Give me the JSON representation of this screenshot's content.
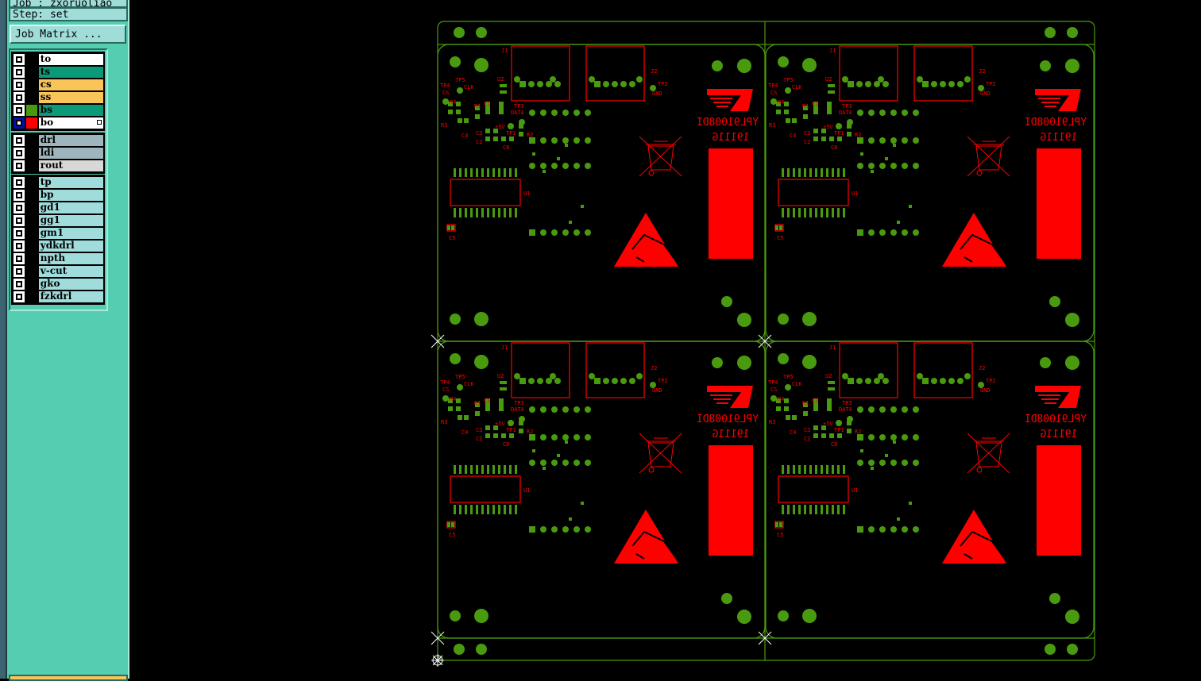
{
  "panel": {
    "job_line": "Job : zxoruoliao",
    "step_line": "Step: set",
    "job_matrix_button": "Job Matrix ..."
  },
  "colors": {
    "board_layer_top": "#ff0000",
    "board_layer_copper": "#4a9a10",
    "panel_bg": "#55cdb0"
  },
  "layer_groups": [
    [
      {
        "name": "to",
        "bg": "#ffffff",
        "swatch": ""
      },
      {
        "name": "ts",
        "bg": "#0a9a78",
        "swatch": ""
      },
      {
        "name": "cs",
        "bg": "#f9c55a",
        "swatch": ""
      },
      {
        "name": "ss",
        "bg": "#f9c55a",
        "swatch": ""
      },
      {
        "name": "bs",
        "bg": "#0a9a78",
        "swatch": "#4a9a10"
      },
      {
        "name": "bo",
        "bg": "#ffffff",
        "swatch": "#ff0000",
        "selected": true
      }
    ],
    [
      {
        "name": "drl",
        "bg": "#9fb5bd",
        "swatch": ""
      },
      {
        "name": "ldi",
        "bg": "#9fb5bd",
        "swatch": ""
      },
      {
        "name": "rout",
        "bg": "#d8d8d8",
        "swatch": ""
      }
    ],
    [
      {
        "name": "tp",
        "bg": "#a0dcdc",
        "swatch": ""
      },
      {
        "name": "bp",
        "bg": "#a0dcdc",
        "swatch": ""
      },
      {
        "name": "gd1",
        "bg": "#a0dcdc",
        "swatch": ""
      },
      {
        "name": "gg1",
        "bg": "#a0dcdc",
        "swatch": ""
      },
      {
        "name": "gm1",
        "bg": "#a0dcdc",
        "swatch": ""
      },
      {
        "name": "ydkdrl",
        "bg": "#a0dcdc",
        "swatch": ""
      },
      {
        "name": "npth",
        "bg": "#a0dcdc",
        "swatch": ""
      },
      {
        "name": "v-cut",
        "bg": "#a0dcdc",
        "swatch": ""
      },
      {
        "name": "gko",
        "bg": "#a0dcdc",
        "swatch": ""
      },
      {
        "name": "fzkdrl",
        "bg": "#a0dcdc",
        "swatch": ""
      }
    ]
  ],
  "board": {
    "part_number": "YPL91008DI",
    "date_code": "19111G",
    "labels": {
      "j1": "J1",
      "j2": "J2",
      "u1": "U1",
      "u2": "U2",
      "tp1": "TP1",
      "tp2": "TP2",
      "tp3": "TP3",
      "tp4": "TP4",
      "tp5": "TP5",
      "gnd": "GND",
      "clk": "CLK",
      "data": "DATA",
      "cs": "CS",
      "v5": "+5V",
      "r1": "R1",
      "r2": "R2",
      "r3": "R3",
      "r4": "R4",
      "c1": "C1",
      "c2": "C2",
      "c3": "C3",
      "c4": "C4",
      "c5": "C5",
      "c6": "C6"
    }
  }
}
